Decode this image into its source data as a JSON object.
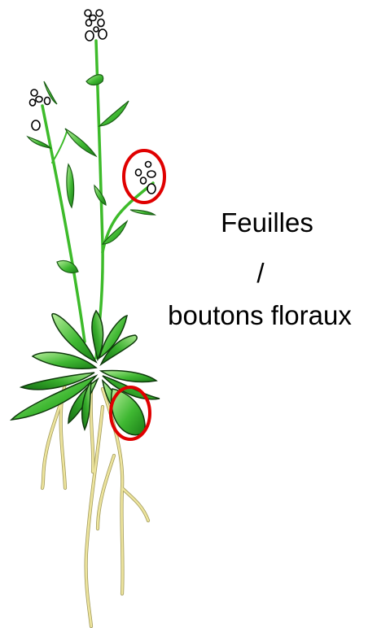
{
  "labels": {
    "line1": "Feuilles",
    "line2": "/",
    "line3": "boutons floraux"
  },
  "colors": {
    "stem": "#3dbb2a",
    "leaf_light": "#8fdc7a",
    "leaf_dark": "#1f8a1a",
    "root": "#e8e09a",
    "root_outline": "#a09a60",
    "highlight": "#e00000"
  },
  "icons": [
    "plant-illustration",
    "flower-bud-icon",
    "root-icon",
    "highlight-circle"
  ]
}
